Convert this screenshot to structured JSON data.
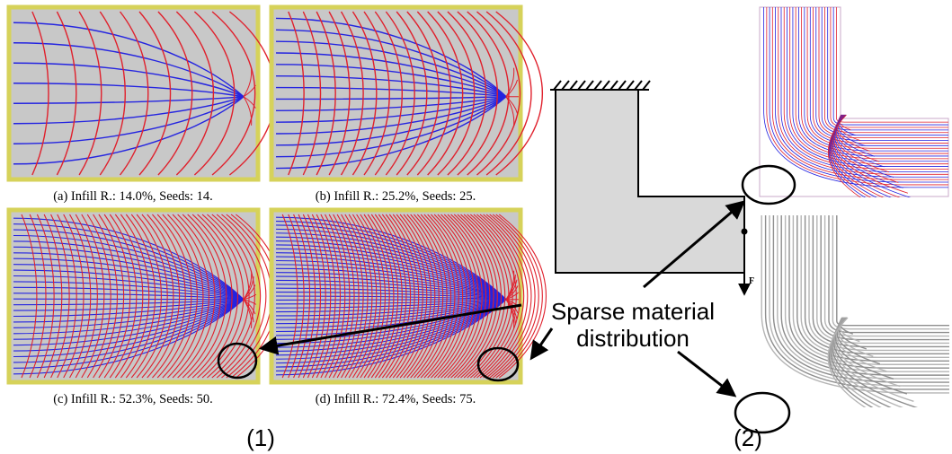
{
  "part1": {
    "panels": [
      {
        "caption": "(a) Infill R.: 14.0%, Seeds: 14.",
        "infill_ratio_percent": 14.0,
        "seeds": 14,
        "sparse_marked": false
      },
      {
        "caption": "(b) Infill R.: 25.2%, Seeds: 25.",
        "infill_ratio_percent": 25.2,
        "seeds": 25,
        "sparse_marked": false
      },
      {
        "caption": "(c) Infill R.: 52.3%, Seeds: 50.",
        "infill_ratio_percent": 52.3,
        "seeds": 50,
        "sparse_marked": true
      },
      {
        "caption": "(d) Infill R.: 72.4%, Seeds: 75.",
        "infill_ratio_percent": 72.4,
        "seeds": 75,
        "sparse_marked": true
      }
    ],
    "label": "(1)"
  },
  "part2": {
    "label": "(2)",
    "force_label": "F"
  },
  "annotation": {
    "line1": "Sparse material",
    "line2": "distribution"
  },
  "colors": {
    "panel_fill": "#c8c8c8",
    "panel_border": "#d6d25a",
    "stream_red": "#e0202c",
    "stream_blue": "#2424e0",
    "stream_gray": "#9a9a9a",
    "shape_fill": "#d9d9d9"
  }
}
